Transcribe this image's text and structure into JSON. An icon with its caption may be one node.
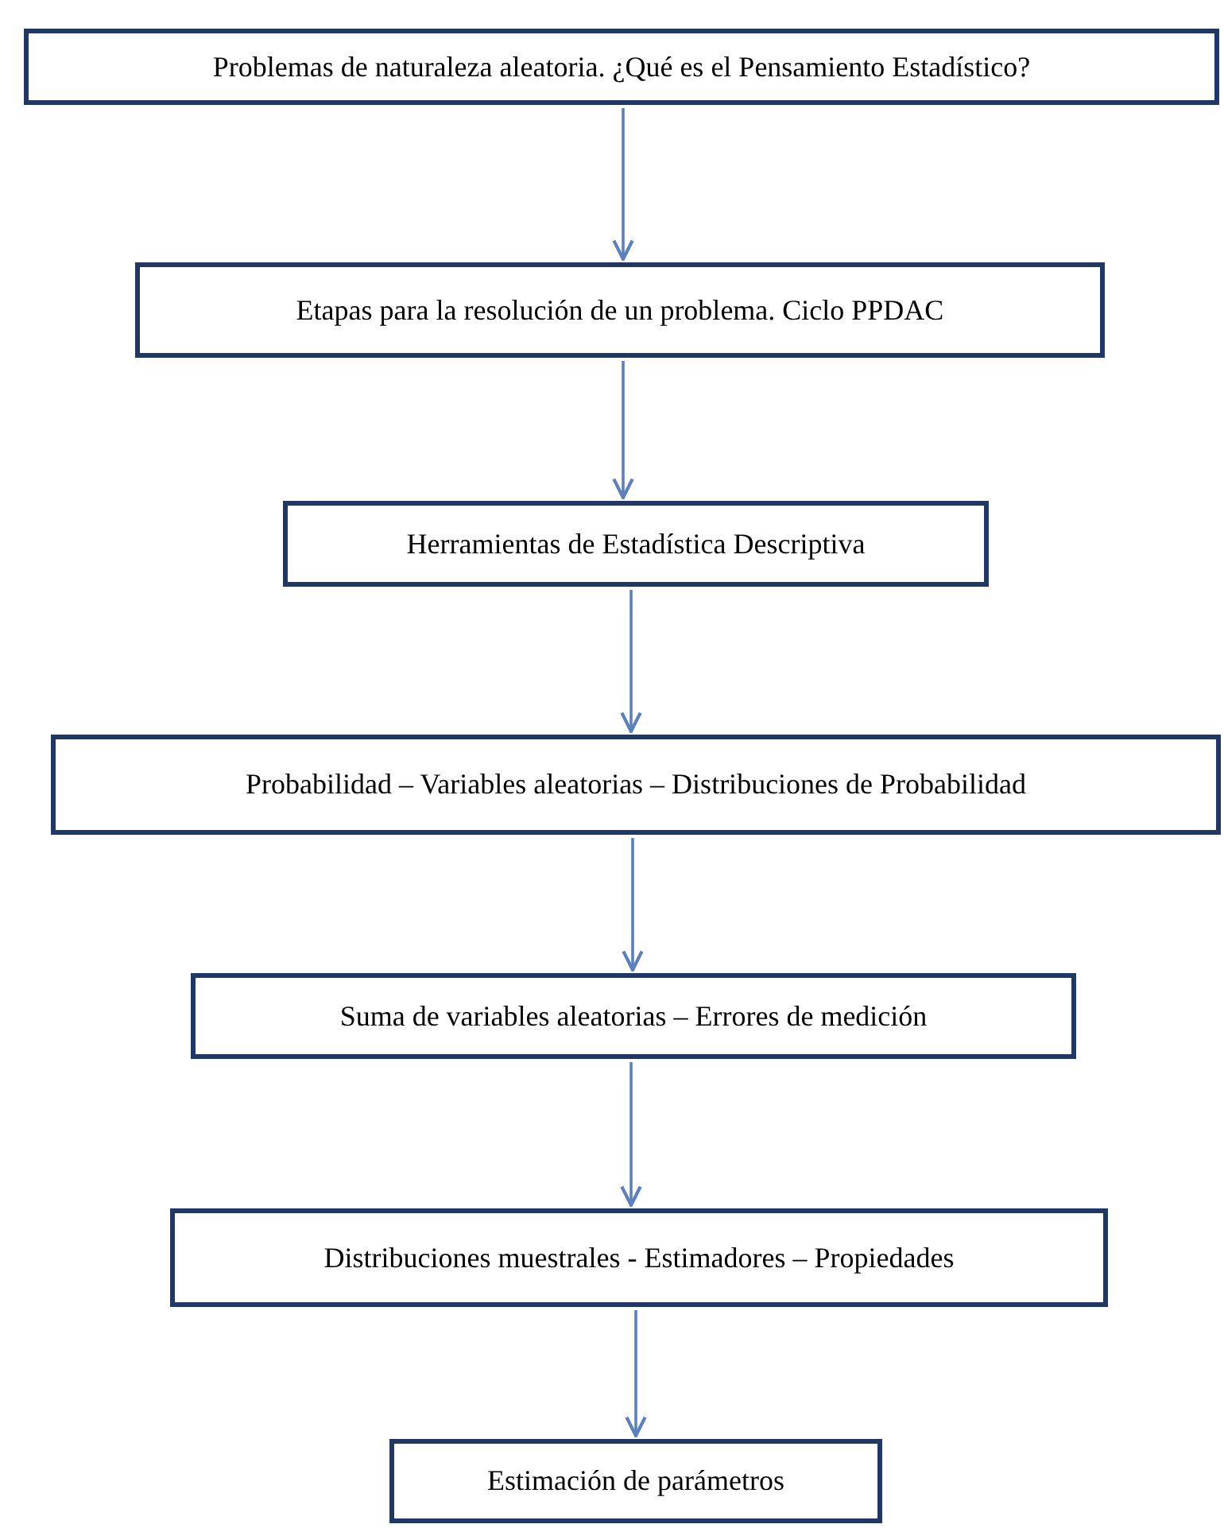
{
  "diagram": {
    "nodes": [
      {
        "text": [
          "Problemas de naturaleza aleatoria. ¿Qué es el Pensamiento Estadístico?"
        ]
      },
      {
        "text": [
          "Etapas para la resolución de un problema. Ciclo PPDAC"
        ]
      },
      {
        "text": [
          "Herramientas de Estadística Descriptiva"
        ]
      },
      {
        "text": [
          "Probabilidad – Variables aleatorias – Distribuciones de Probabilidad"
        ]
      },
      {
        "text": [
          "Suma de variables aleatorias – Errores de medición"
        ]
      },
      {
        "text": [
          "Distribuciones muestrales - Estimadores – Propiedades"
        ]
      },
      {
        "text": [
          "Estimación de parámetros"
        ]
      }
    ],
    "edges": [
      {
        "from": 0,
        "to": 1,
        "arrow": "to"
      },
      {
        "from": 1,
        "to": 2,
        "arrow": "to"
      },
      {
        "from": 2,
        "to": 3,
        "arrow": "to"
      },
      {
        "from": 3,
        "to": 4,
        "arrow": "to"
      },
      {
        "from": 4,
        "to": 5,
        "arrow": "to"
      },
      {
        "from": 5,
        "to": 6,
        "arrow": "to"
      }
    ]
  }
}
